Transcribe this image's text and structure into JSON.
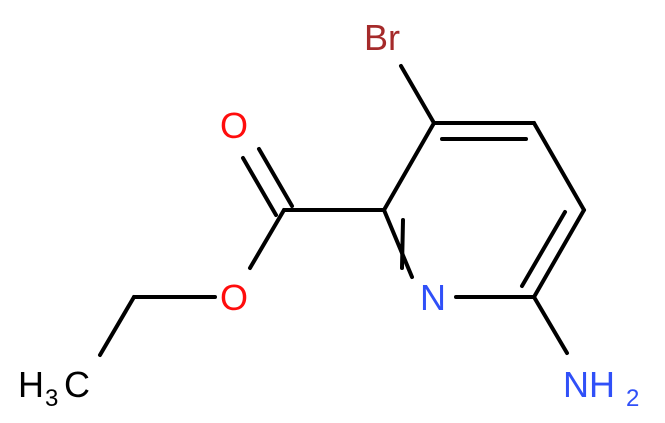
{
  "atoms": {
    "bromine": {
      "text": "Br",
      "color": "#a52a2a"
    },
    "carbonyl_oxygen": {
      "text": "O",
      "color": "#ff0d0d"
    },
    "ester_oxygen": {
      "text": "O",
      "color": "#ff0d0d"
    },
    "ring_nitrogen": {
      "text": "N",
      "color": "#3050f8"
    },
    "amine": {
      "text": "NH",
      "subscript": "2",
      "color": "#3050f8"
    },
    "methyl": {
      "text": "H",
      "subscript": "3",
      "suffix": "C",
      "color": "#000000"
    }
  },
  "bond_color": "#000000"
}
